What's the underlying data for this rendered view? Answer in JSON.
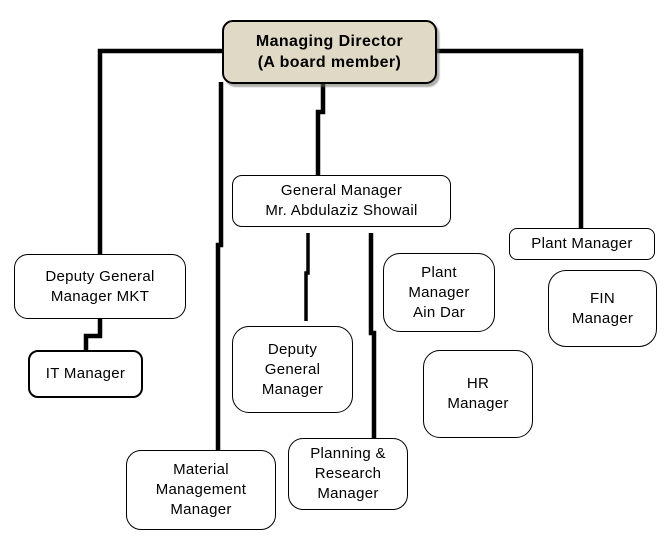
{
  "diagram_type": "organization-chart",
  "colors": {
    "background": "#ffffff",
    "root_fill": "#e0d9c6",
    "node_fill": "#ffffff",
    "border": "#000000",
    "line": "#000000",
    "text": "#000000"
  },
  "nodes": {
    "managing_director": {
      "label": "Managing Director\n(A board member)"
    },
    "general_manager": {
      "label": "General Manager\nMr. Abdulaziz Showail"
    },
    "deputy_gm_mkt": {
      "label": "Deputy General\nManager MKT"
    },
    "it_manager": {
      "label": "IT Manager"
    },
    "plant_manager": {
      "label": "Plant Manager"
    },
    "fin_manager": {
      "label": "FIN\nManager"
    },
    "plant_manager_ain_dar": {
      "label": "Plant\nManager\nAin Dar"
    },
    "hr_manager": {
      "label": "HR\nManager"
    },
    "deputy_general_manager": {
      "label": "Deputy\nGeneral\nManager"
    },
    "material_management_manager": {
      "label": "Material\nManagement\nManager"
    },
    "planning_research_manager": {
      "label": "Planning &\nResearch\nManager"
    }
  },
  "edges": [
    {
      "from": "managing_director",
      "to": "deputy_gm_mkt"
    },
    {
      "from": "managing_director",
      "to": "plant_manager"
    },
    {
      "from": "managing_director",
      "to": "general_manager"
    },
    {
      "from": "managing_director",
      "to": "material_management_manager"
    },
    {
      "from": "general_manager",
      "to": "deputy_general_manager"
    },
    {
      "from": "general_manager",
      "to": "planning_research_manager"
    },
    {
      "from": "deputy_gm_mkt",
      "to": "it_manager"
    }
  ]
}
